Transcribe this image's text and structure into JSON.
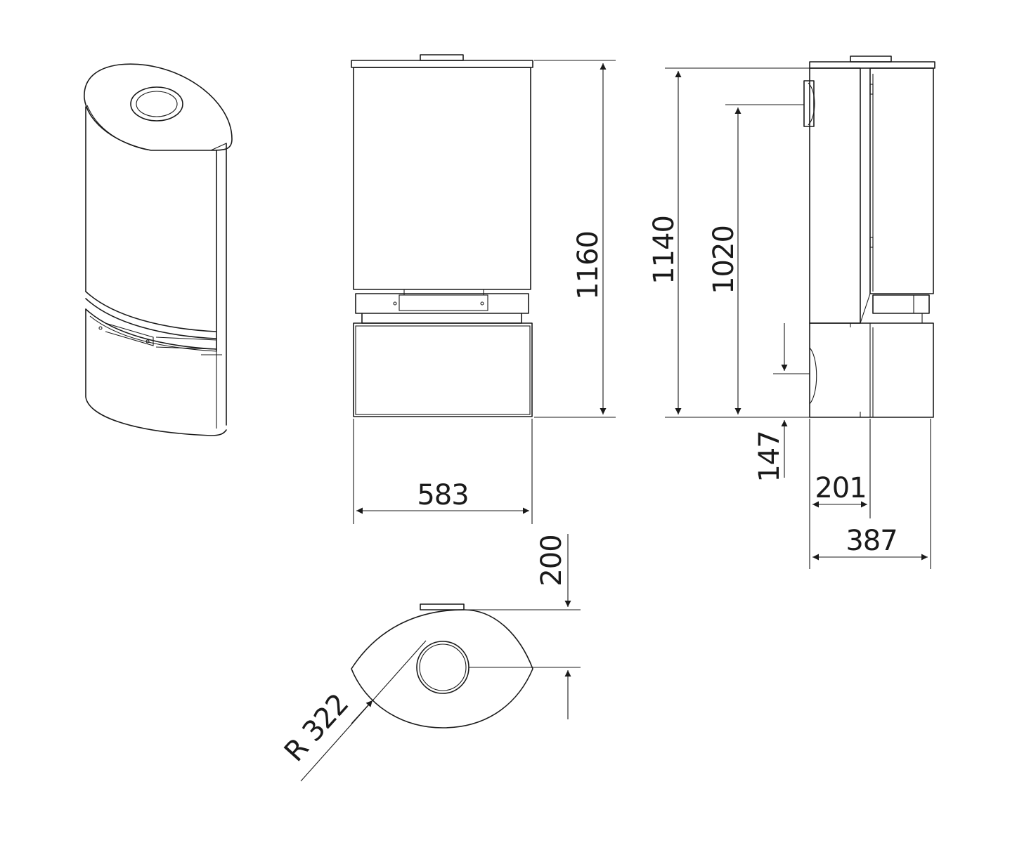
{
  "dimensions": {
    "height_total": "1160",
    "height_body": "1140",
    "height_outlet": "1020",
    "height_base_inlet": "147",
    "width_front": "583",
    "depth_outlet": "201",
    "depth_total": "387",
    "top_offset": "200",
    "radius": "R 322"
  },
  "colors": {
    "line": "#1a1a1a",
    "background": "#ffffff"
  }
}
